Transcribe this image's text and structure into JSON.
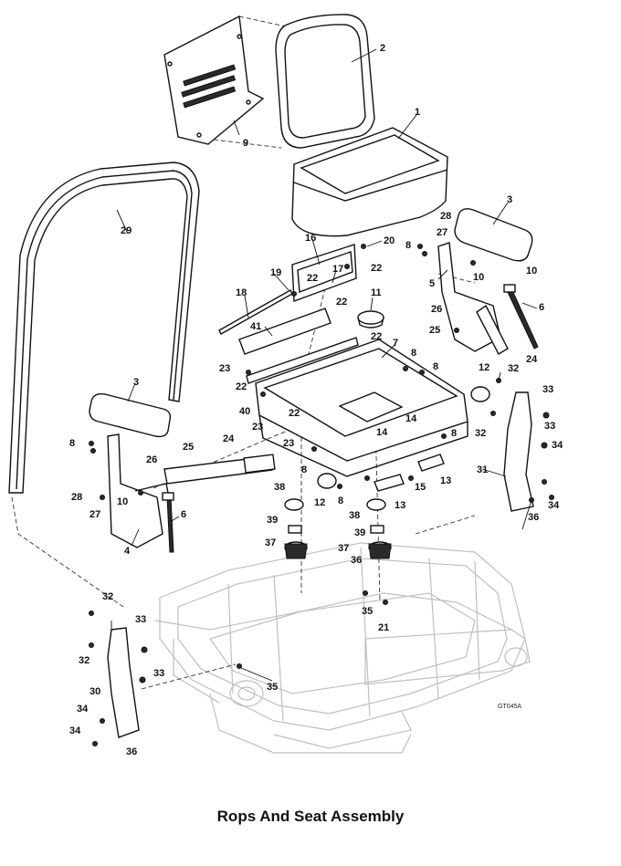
{
  "caption": "Rops And Seat Assembly",
  "figure_code": "GT045A",
  "callouts": [
    {
      "key": "c1",
      "text": "1"
    },
    {
      "key": "c2",
      "text": "2"
    },
    {
      "key": "c3a",
      "text": "3"
    },
    {
      "key": "c3b",
      "text": "3"
    },
    {
      "key": "c4",
      "text": "4"
    },
    {
      "key": "c5",
      "text": "5"
    },
    {
      "key": "c6a",
      "text": "6"
    },
    {
      "key": "c6b",
      "text": "6"
    },
    {
      "key": "c7",
      "text": "7"
    },
    {
      "key": "c8a",
      "text": "8"
    },
    {
      "key": "c8b",
      "text": "8"
    },
    {
      "key": "c8c",
      "text": "8"
    },
    {
      "key": "c8d",
      "text": "8"
    },
    {
      "key": "c8e",
      "text": "8"
    },
    {
      "key": "c8f",
      "text": "8"
    },
    {
      "key": "c8g",
      "text": "8"
    },
    {
      "key": "c9",
      "text": "9"
    },
    {
      "key": "c10a",
      "text": "10"
    },
    {
      "key": "c10b",
      "text": "10"
    },
    {
      "key": "c11",
      "text": "11"
    },
    {
      "key": "c12a",
      "text": "12"
    },
    {
      "key": "c12b",
      "text": "12"
    },
    {
      "key": "c13a",
      "text": "13"
    },
    {
      "key": "c13b",
      "text": "13"
    },
    {
      "key": "c14a",
      "text": "14"
    },
    {
      "key": "c14b",
      "text": "14"
    },
    {
      "key": "c15",
      "text": "15"
    },
    {
      "key": "c16",
      "text": "16"
    },
    {
      "key": "c17",
      "text": "17"
    },
    {
      "key": "c18",
      "text": "18"
    },
    {
      "key": "c19",
      "text": "19"
    },
    {
      "key": "c20",
      "text": "20"
    },
    {
      "key": "c21",
      "text": "21"
    },
    {
      "key": "c22a",
      "text": "22"
    },
    {
      "key": "c22b",
      "text": "22"
    },
    {
      "key": "c22c",
      "text": "22"
    },
    {
      "key": "c22d",
      "text": "22"
    },
    {
      "key": "c22e",
      "text": "22"
    },
    {
      "key": "c22f",
      "text": "22"
    },
    {
      "key": "c23a",
      "text": "23"
    },
    {
      "key": "c23b",
      "text": "23"
    },
    {
      "key": "c23c",
      "text": "23"
    },
    {
      "key": "c24a",
      "text": "24"
    },
    {
      "key": "c24b",
      "text": "24"
    },
    {
      "key": "c25a",
      "text": "25"
    },
    {
      "key": "c25b",
      "text": "25"
    },
    {
      "key": "c26a",
      "text": "26"
    },
    {
      "key": "c26b",
      "text": "26"
    },
    {
      "key": "c27a",
      "text": "27"
    },
    {
      "key": "c27b",
      "text": "27"
    },
    {
      "key": "c28a",
      "text": "28"
    },
    {
      "key": "c28b",
      "text": "28"
    },
    {
      "key": "c29",
      "text": "29"
    },
    {
      "key": "c30",
      "text": "30"
    },
    {
      "key": "c31",
      "text": "31"
    },
    {
      "key": "c32a",
      "text": "32"
    },
    {
      "key": "c32b",
      "text": "32"
    },
    {
      "key": "c32c",
      "text": "32"
    },
    {
      "key": "c32d",
      "text": "32"
    },
    {
      "key": "c33a",
      "text": "33"
    },
    {
      "key": "c33b",
      "text": "33"
    },
    {
      "key": "c33c",
      "text": "33"
    },
    {
      "key": "c33d",
      "text": "33"
    },
    {
      "key": "c34a",
      "text": "34"
    },
    {
      "key": "c34b",
      "text": "34"
    },
    {
      "key": "c34c",
      "text": "34"
    },
    {
      "key": "c34d",
      "text": "34"
    },
    {
      "key": "c35a",
      "text": "35"
    },
    {
      "key": "c35b",
      "text": "35"
    },
    {
      "key": "c36a",
      "text": "36"
    },
    {
      "key": "c36b",
      "text": "36"
    },
    {
      "key": "c36c",
      "text": "36"
    },
    {
      "key": "c37a",
      "text": "37"
    },
    {
      "key": "c37b",
      "text": "37"
    },
    {
      "key": "c38a",
      "text": "38"
    },
    {
      "key": "c38b",
      "text": "38"
    },
    {
      "key": "c39a",
      "text": "39"
    },
    {
      "key": "c39b",
      "text": "39"
    },
    {
      "key": "c40",
      "text": "40"
    },
    {
      "key": "c41",
      "text": "41"
    }
  ]
}
